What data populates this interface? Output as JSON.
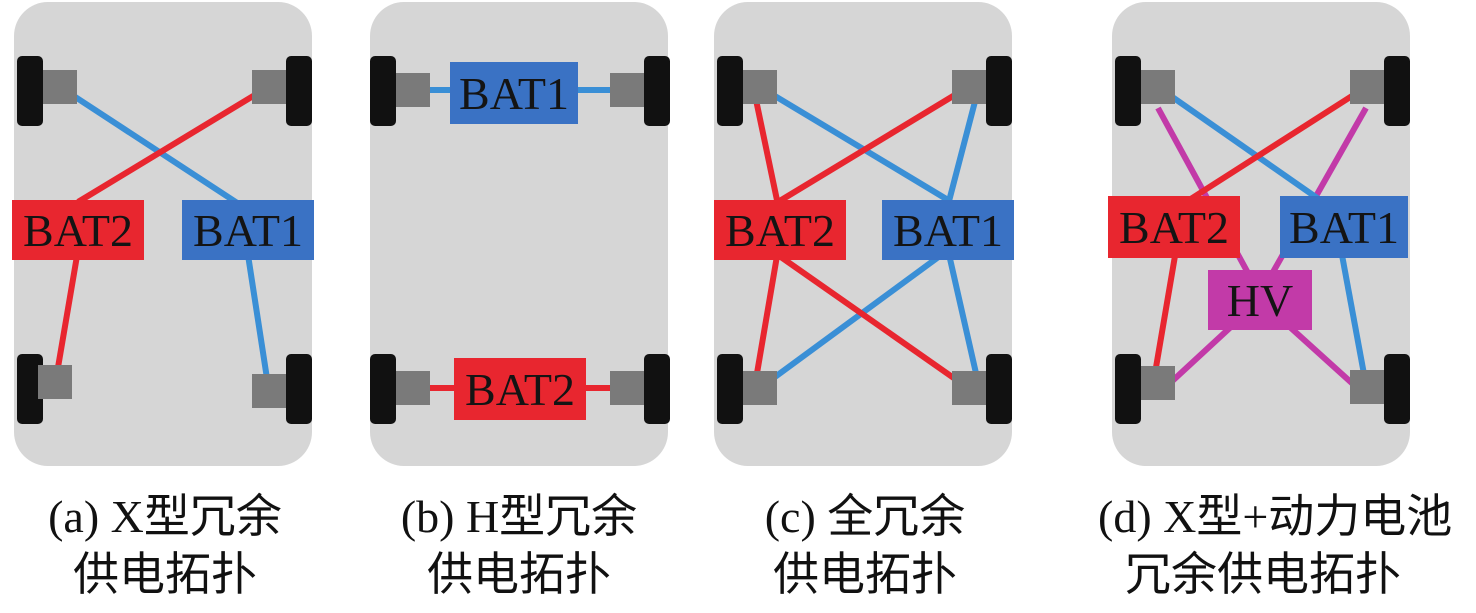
{
  "colors": {
    "car_body": "#d6d6d6",
    "wheel": "#111111",
    "hub": "#7a7a7a",
    "bat1": "#3a72c4",
    "bat2": "#e8262f",
    "hv": "#c23aa8"
  },
  "panels": [
    {
      "id": "a",
      "caption_line1": "(a) X型冗余",
      "caption_line2": "供电拓扑",
      "boxes": [
        {
          "key": "bat2",
          "label": "BAT2",
          "color": "bat2"
        },
        {
          "key": "bat1",
          "label": "BAT1",
          "color": "bat1"
        }
      ]
    },
    {
      "id": "b",
      "caption_line1": "(b) H型冗余",
      "caption_line2": "供电拓扑",
      "boxes": [
        {
          "key": "bat1",
          "label": "BAT1",
          "color": "bat1"
        },
        {
          "key": "bat2",
          "label": "BAT2",
          "color": "bat2"
        }
      ]
    },
    {
      "id": "c",
      "caption_line1": "(c) 全冗余",
      "caption_line2": "供电拓扑",
      "boxes": [
        {
          "key": "bat2",
          "label": "BAT2",
          "color": "bat2"
        },
        {
          "key": "bat1",
          "label": "BAT1",
          "color": "bat1"
        }
      ]
    },
    {
      "id": "d",
      "caption_line1": "(d) X型+动力电池",
      "caption_line2": "冗余供电拓扑",
      "boxes": [
        {
          "key": "bat2",
          "label": "BAT2",
          "color": "bat2"
        },
        {
          "key": "bat1",
          "label": "BAT1",
          "color": "bat1"
        },
        {
          "key": "hv",
          "label": "HV",
          "color": "hv"
        }
      ]
    }
  ]
}
